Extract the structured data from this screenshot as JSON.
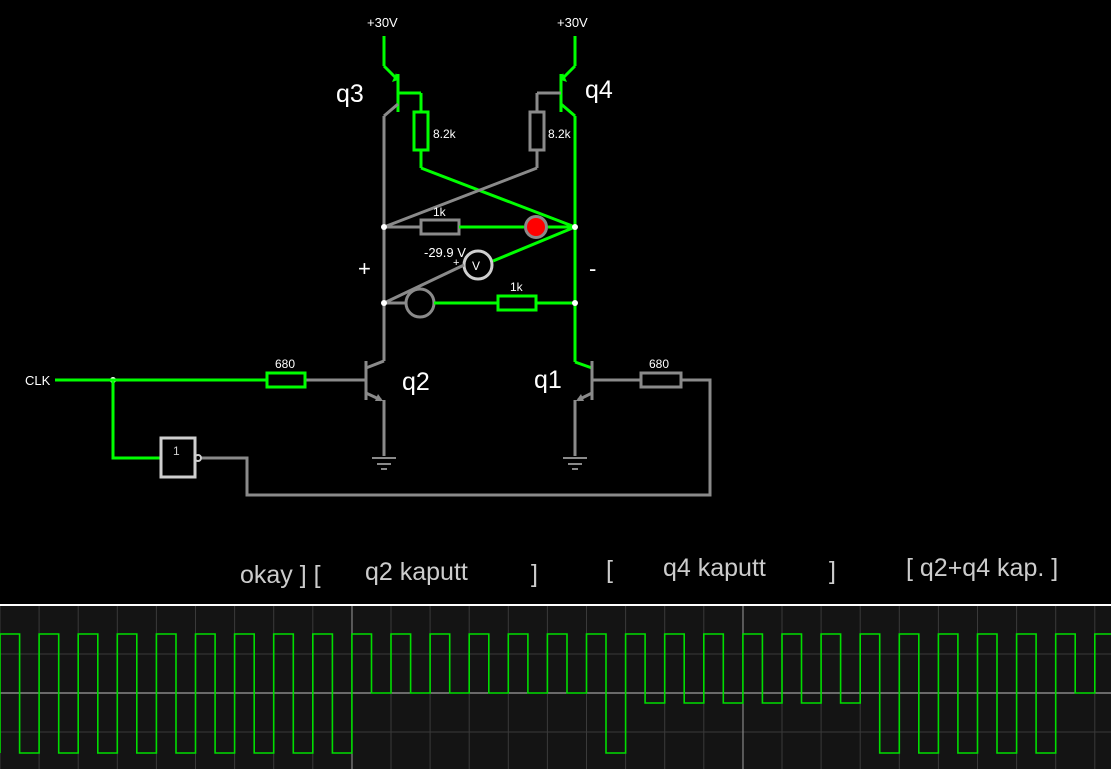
{
  "supply": {
    "left": "+30V",
    "right": "+30V"
  },
  "transistors": {
    "q1": "q1",
    "q2": "q2",
    "q3": "q3",
    "q4": "q4"
  },
  "resistors": {
    "r_q3": "8.2k",
    "r_q4": "8.2k",
    "r_upper": "1k",
    "r_lower": "1k",
    "r_base_q2": "680",
    "r_base_q1": "680"
  },
  "voltmeter": {
    "reading": "-29.9 V",
    "polarity": "+",
    "symbol": "V"
  },
  "polarity": {
    "left": "+",
    "right": "-"
  },
  "clock": {
    "label": "CLK"
  },
  "gate": {
    "label": "1"
  },
  "scope": {
    "labels": [
      {
        "id": "okay",
        "text": "okay  ] ["
      },
      {
        "id": "q2",
        "text": "q2 kaputt"
      },
      {
        "id": "bracket1",
        "text": "]"
      },
      {
        "id": "bracket2",
        "text": "["
      },
      {
        "id": "q4",
        "text": "q4 kaputt"
      },
      {
        "id": "bracket3",
        "text": "]"
      },
      {
        "id": "both",
        "text": "[ q2+q4 kap. ]"
      }
    ],
    "trace_color": "#00dd00",
    "states": [
      1,
      0,
      1,
      0,
      1,
      0,
      1,
      0,
      1,
      0,
      1,
      0,
      1,
      0,
      1,
      0,
      1,
      0,
      1,
      0,
      1,
      0,
      1,
      0,
      1,
      0,
      1,
      0,
      1,
      0,
      1,
      0,
      1,
      0,
      1,
      0,
      1,
      0,
      1,
      0,
      1,
      0,
      1,
      0,
      1,
      0,
      1,
      0,
      1,
      0,
      1,
      0,
      1,
      0,
      1,
      0,
      1,
      0,
      1,
      0,
      1,
      0,
      1,
      0,
      1,
      0,
      1,
      0,
      1,
      0,
      1,
      0,
      1,
      0,
      1,
      0,
      1,
      0,
      1,
      0,
      1,
      0,
      1,
      0,
      1,
      0,
      1,
      0,
      1,
      0,
      1,
      0,
      1,
      0,
      1,
      0,
      1,
      0,
      1,
      0,
      1,
      0,
      1,
      0,
      1,
      0,
      1,
      0,
      1,
      0,
      1,
      0,
      1
    ]
  },
  "colors": {
    "active": "#00ff00",
    "inactive": "#8a8a8a",
    "led": "#ff0000",
    "background": "#000000"
  }
}
